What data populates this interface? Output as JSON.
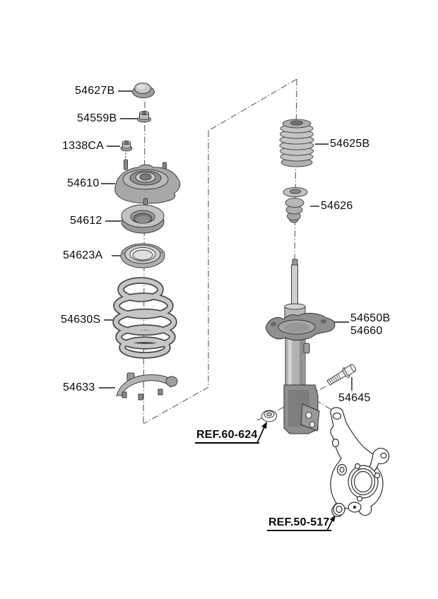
{
  "colors": {
    "background": "#ffffff",
    "line": "#3a3a3a",
    "part_fill_light": "#c6c6c6",
    "part_fill_mid": "#a8a8a8",
    "part_fill_dark": "#8a8a8a"
  },
  "parts": {
    "p54627b": {
      "label": "54627B"
    },
    "p54559b": {
      "label": "54559B"
    },
    "p1338ca": {
      "label": "1338CA"
    },
    "p54610": {
      "label": "54610"
    },
    "p54612": {
      "label": "54612"
    },
    "p54623a": {
      "label": "54623A"
    },
    "p54630s": {
      "label": "54630S"
    },
    "p54633": {
      "label": "54633"
    },
    "p54625b": {
      "label": "54625B"
    },
    "p54626": {
      "label": "54626"
    },
    "p54650b": {
      "label": "54650B"
    },
    "p54660": {
      "label": "54660"
    },
    "p54645": {
      "label": "54645"
    }
  },
  "references": {
    "ref_60_624": {
      "label": "REF.60-624"
    },
    "ref_50_517": {
      "label": "REF.50-517"
    }
  }
}
